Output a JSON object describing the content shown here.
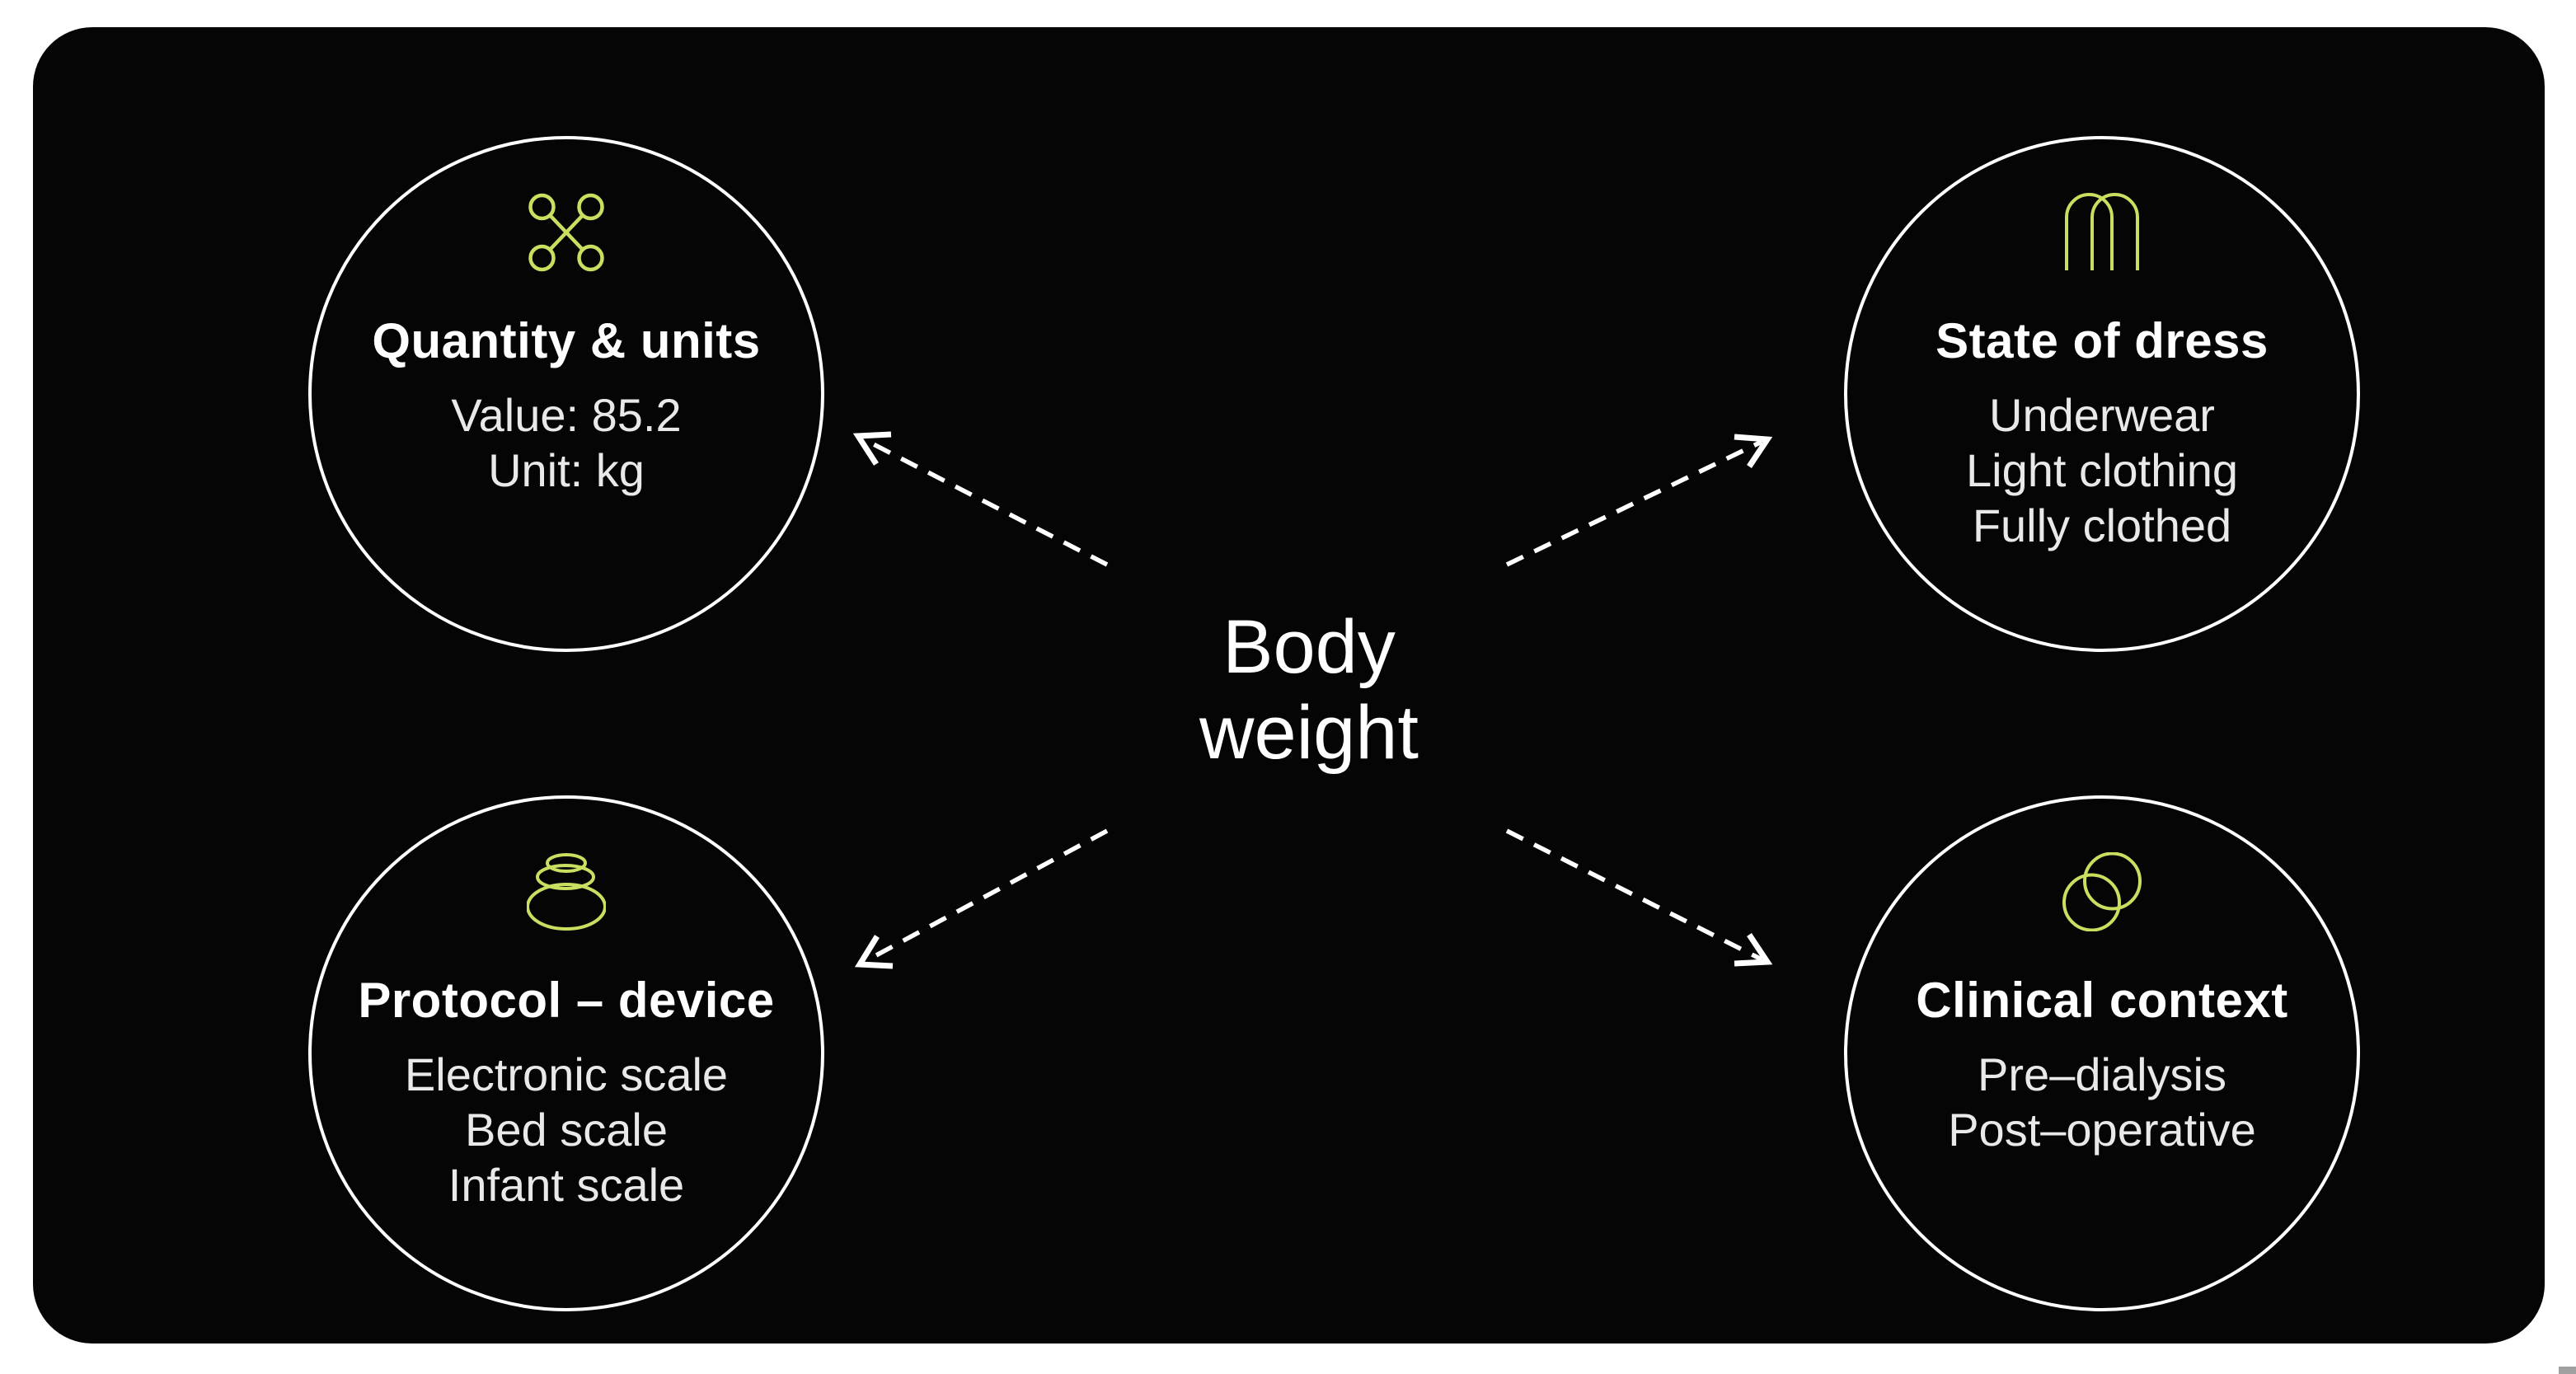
{
  "colors": {
    "background": "#ffffff",
    "panel": "#050505",
    "circle_stroke": "#ffffff",
    "accent_green": "#c8df60",
    "title_text": "#ffffff",
    "item_text": "#e9e9e9",
    "arrow": "#ffffff"
  },
  "center": {
    "line1": "Body",
    "line2": "weight"
  },
  "nodes": [
    {
      "position": "top-left",
      "icon": "network-x-icon",
      "title": "Quantity & units",
      "items": [
        "Value: 85.2",
        "Unit: kg"
      ]
    },
    {
      "position": "top-right",
      "icon": "trousers-icon",
      "title": "State of dress",
      "items": [
        "Underwear",
        "Light clothing",
        "Fully clothed"
      ]
    },
    {
      "position": "bottom-left",
      "icon": "stacked-stones-icon",
      "title": "Protocol – device",
      "items": [
        "Electronic scale",
        "Bed scale",
        "Infant scale"
      ]
    },
    {
      "position": "bottom-right",
      "icon": "overlapping-circles-icon",
      "title": "Clinical context",
      "items": [
        "Pre–dialysis",
        "Post–operative"
      ]
    }
  ]
}
